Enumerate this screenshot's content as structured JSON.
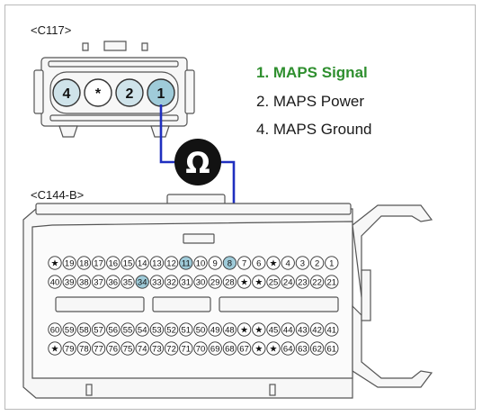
{
  "connector_top": {
    "label": "<C117>",
    "pins": [
      "4",
      "*",
      "2",
      "1"
    ],
    "highlighted_pins": [
      "1"
    ]
  },
  "connector_bottom": {
    "label": "<C144-B>",
    "rows": [
      [
        "★",
        "19",
        "18",
        "17",
        "16",
        "15",
        "14",
        "13",
        "12",
        "11",
        "10",
        "9",
        "8",
        "7",
        "6",
        "★",
        "4",
        "3",
        "2",
        "1"
      ],
      [
        "40",
        "39",
        "38",
        "37",
        "36",
        "35",
        "34",
        "33",
        "32",
        "31",
        "30",
        "29",
        "28",
        "★",
        "★",
        "25",
        "24",
        "23",
        "22",
        "21"
      ],
      [
        "60",
        "59",
        "58",
        "57",
        "56",
        "55",
        "54",
        "53",
        "52",
        "51",
        "50",
        "49",
        "48",
        "★",
        "★",
        "45",
        "44",
        "43",
        "42",
        "41"
      ],
      [
        "★",
        "79",
        "78",
        "77",
        "76",
        "75",
        "74",
        "73",
        "72",
        "71",
        "70",
        "69",
        "68",
        "67",
        "★",
        "★",
        "64",
        "63",
        "62",
        "61"
      ]
    ],
    "highlighted_pins": [
      "11",
      "8",
      "34"
    ]
  },
  "meter_symbol": "Ω",
  "legend": [
    {
      "text": "1. MAPS Signal",
      "highlight": true
    },
    {
      "text": "2. MAPS Power",
      "highlight": false
    },
    {
      "text": "4. MAPS Ground",
      "highlight": false
    }
  ],
  "colors": {
    "wire": "#1f2fbf",
    "pin_highlight": "#9fcbd9",
    "legend_highlight": "#2f8f2f",
    "connector_stroke": "#555555",
    "connector_fill": "#f6f6f6"
  }
}
